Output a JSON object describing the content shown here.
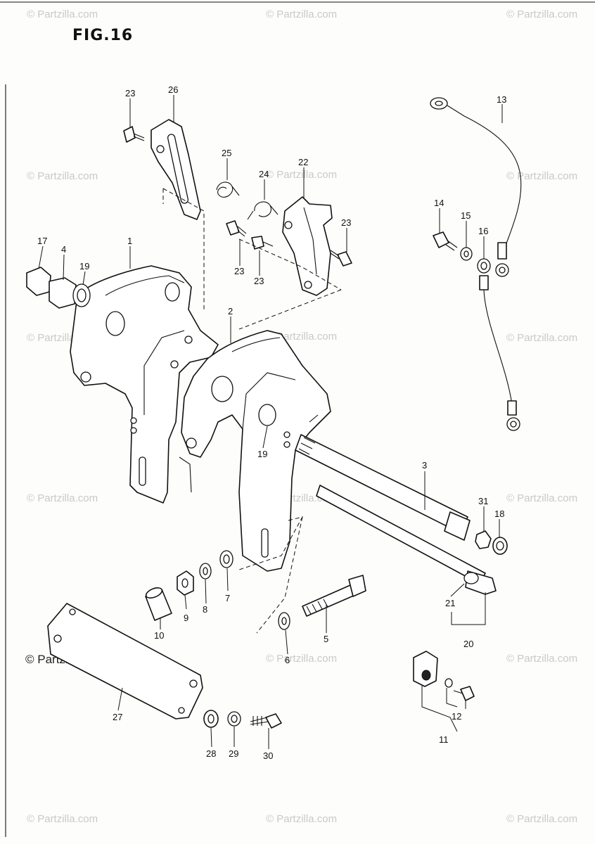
{
  "figure": {
    "title": "FIG.16"
  },
  "watermarks": {
    "text": "© Partzilla.com",
    "prominent": "© Partzilla.com"
  },
  "callouts": {
    "p1": "1",
    "p2": "2",
    "p3": "3",
    "p4": "4",
    "p5": "5",
    "p6": "6",
    "p7": "7",
    "p8": "8",
    "p9": "9",
    "p10": "10",
    "p11": "11",
    "p12": "12",
    "p13": "13",
    "p14": "14",
    "p15": "15",
    "p16": "16",
    "p17": "17",
    "p18": "18",
    "p19": "19",
    "p20": "20",
    "p21": "21",
    "p22": "22",
    "p23": "23",
    "p24": "24",
    "p25": "25",
    "p26": "26",
    "p27": "27",
    "p28": "28",
    "p29": "29",
    "p30": "30",
    "p31": "31"
  }
}
